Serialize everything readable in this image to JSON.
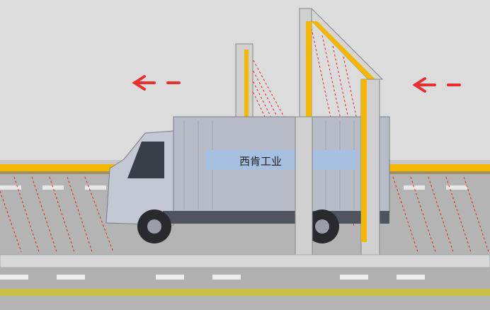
{
  "scene": {
    "truck_label": "西肯工业",
    "direction_left": "left",
    "direction_right": "left"
  },
  "colors": {
    "background": "#dcdcdc",
    "road": "#b4b4b4",
    "rail_yellow": "#f5b800",
    "laser": "#e82020",
    "arrow": "#e83030",
    "truck_body": "#b8bcc8",
    "label_band": "#a8c0e0"
  },
  "icons": [
    "arrow-left-icon",
    "arrow-left-icon"
  ]
}
